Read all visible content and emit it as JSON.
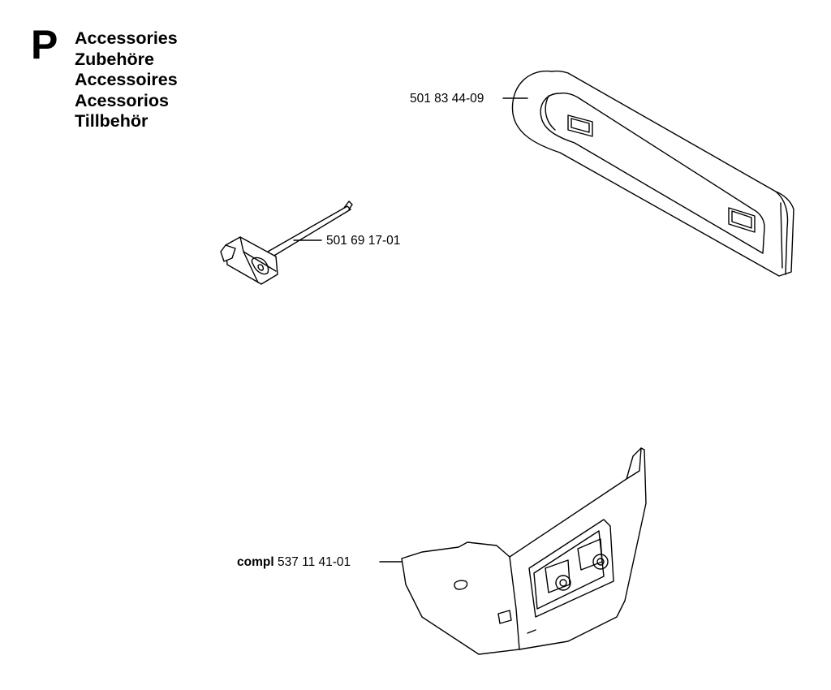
{
  "section": {
    "letter": "P",
    "titles": [
      "Accessories",
      "Zubehöre",
      "Accessoires",
      "Acessorios",
      "Tillbehör"
    ]
  },
  "parts": [
    {
      "id": "bar-cover",
      "prefix": "",
      "number": "501 83 44-09"
    },
    {
      "id": "combination-wrench",
      "prefix": "",
      "number": "501 69 17-01"
    },
    {
      "id": "chain-guard",
      "prefix": "compl",
      "number": "537 11 41-01"
    }
  ]
}
